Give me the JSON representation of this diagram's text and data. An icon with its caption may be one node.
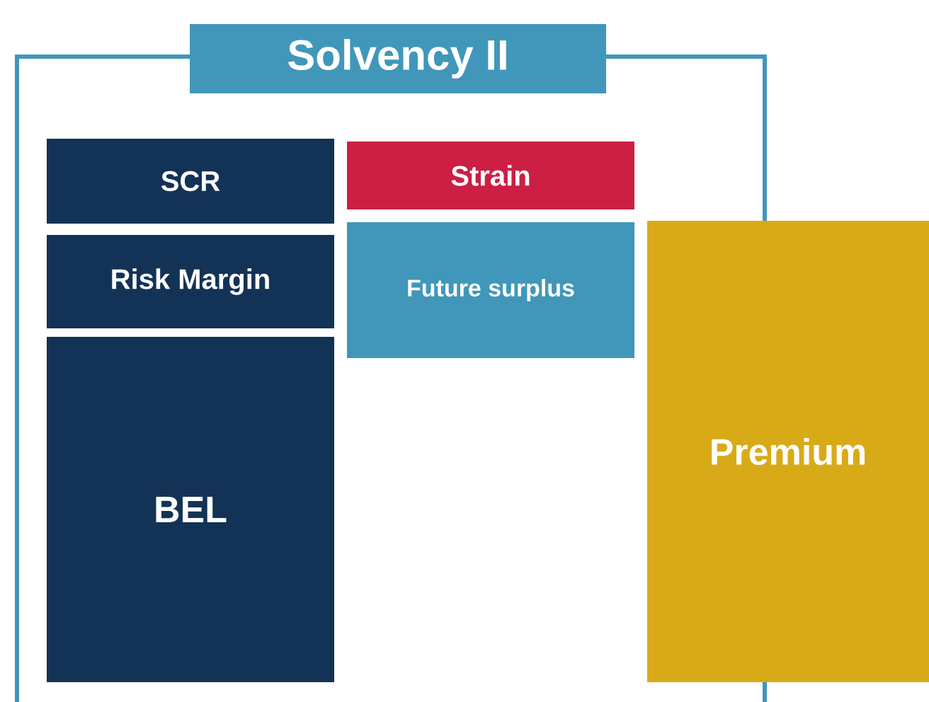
{
  "diagram": {
    "nodes": [
      {
        "text": [
          "Solvency II"
        ]
      },
      {
        "text": [
          "SCR"
        ],
        "in": 0
      },
      {
        "text": [
          "Risk Margin"
        ],
        "in": 0
      },
      {
        "text": [
          "BEL"
        ],
        "in": 0
      },
      {
        "text": [
          "Strain"
        ],
        "in": 0
      },
      {
        "text": [
          "Future surplus"
        ],
        "in": 0
      },
      {
        "text": [
          "Premium"
        ]
      }
    ]
  }
}
